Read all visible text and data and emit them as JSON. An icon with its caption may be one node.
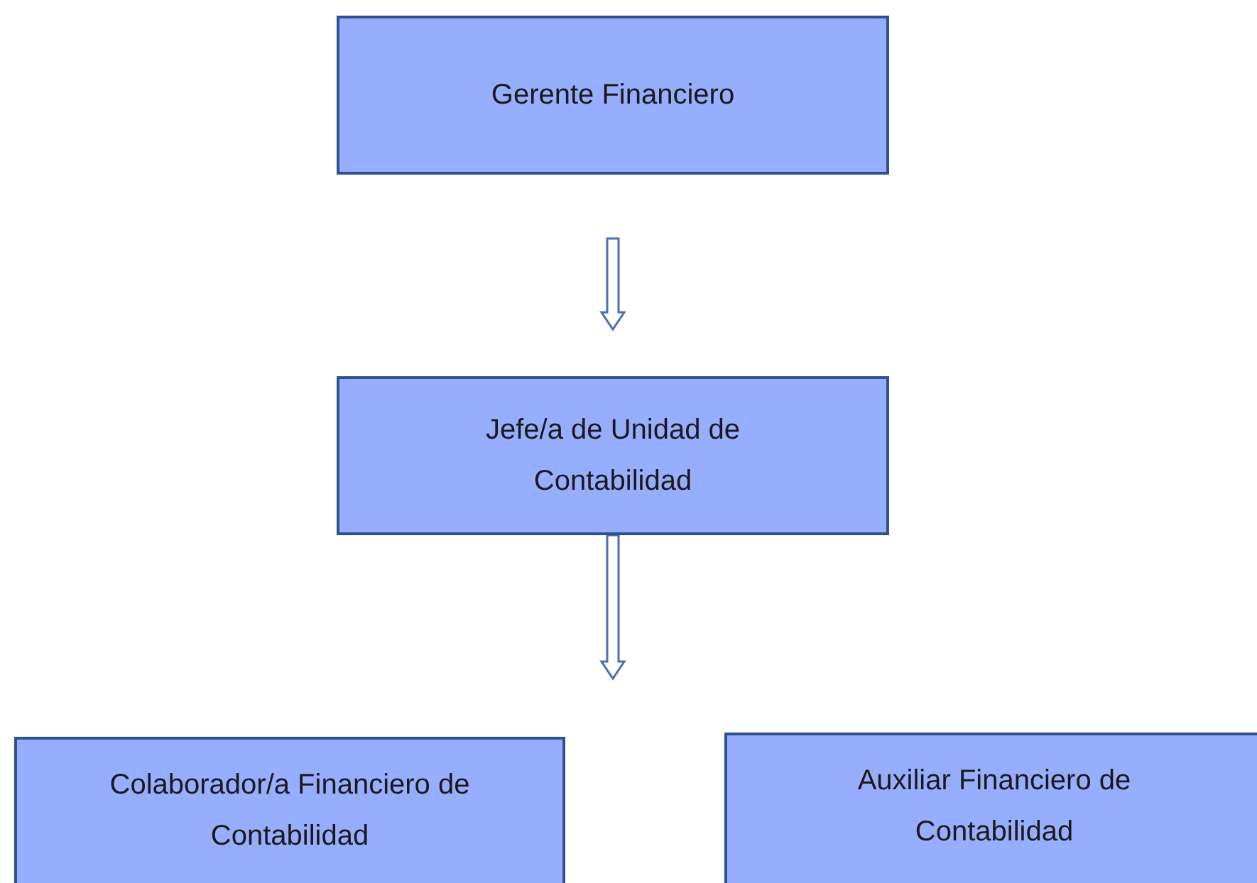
{
  "diagram": {
    "nodes": [
      {
        "text": [
          "Gerente Financiero"
        ]
      },
      {
        "text": [
          "Jefe/a de Unidad de Contabilidad"
        ]
      },
      {
        "text": [
          "Colaborador/a Financiero de Contabilidad"
        ]
      },
      {
        "text": [
          "Auxiliar Financiero de Contabilidad"
        ]
      }
    ],
    "edges": [
      {
        "from": 0,
        "to": 1,
        "arrow": "to"
      },
      {
        "from": 1,
        "to": null,
        "arrow": "to"
      }
    ]
  }
}
